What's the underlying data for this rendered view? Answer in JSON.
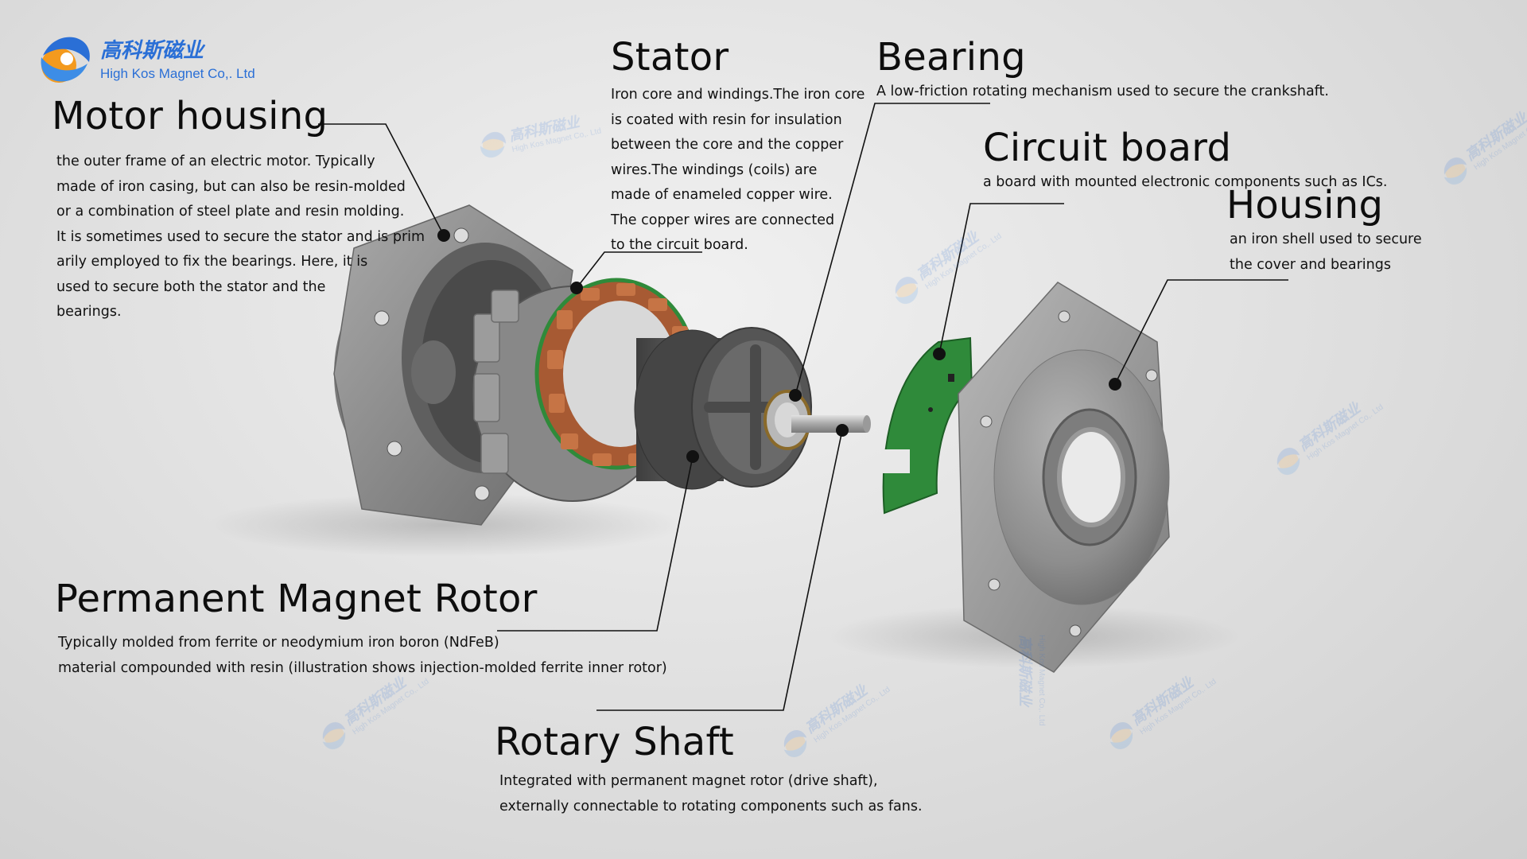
{
  "logo": {
    "chinese_name": "高科斯磁业",
    "english_name": "High Kos Magnet Co,. Ltd"
  },
  "watermark": {
    "chinese_name": "高科斯磁业",
    "english_name": "High Kos Magnet Co,. Ltd"
  },
  "parts": {
    "motor_housing": {
      "title": "Motor housing",
      "lines": [
        "the outer frame of an electric motor. Typically",
        "made of iron casing, but can also be resin-molded",
        "or a combination of steel plate and resin molding.",
        "It is sometimes used to secure the stator and is prim",
        "arily employed to fix the bearings. Here, it is",
        "used to secure both the stator and the",
        "bearings."
      ]
    },
    "stator": {
      "title": "Stator",
      "lines": [
        "Iron core and windings.The iron core",
        " is coated with resin for insulation",
        "between the core and the copper",
        "wires.The windings (coils) are",
        "made of enameled copper wire.",
        "The copper wires are connected",
        "to the circuit board."
      ]
    },
    "bearing": {
      "title": "Bearing",
      "lines": [
        "A low-friction rotating mechanism used to secure the crankshaft."
      ]
    },
    "circuit_board": {
      "title": "Circuit board",
      "lines": [
        " a board with mounted electronic components such as ICs."
      ]
    },
    "housing": {
      "title": "Housing",
      "lines": [
        "an iron shell used to secure",
        "the cover and bearings"
      ]
    },
    "rotor": {
      "title": "Permanent Magnet Rotor",
      "lines": [
        "Typically molded from ferrite or neodymium iron boron (NdFeB)",
        "material compounded with resin (illustration shows injection-molded ferrite inner rotor)"
      ]
    },
    "shaft": {
      "title": "Rotary Shaft",
      "lines": [
        "Integrated with permanent magnet rotor (drive shaft),",
        "externally connectable to rotating components such as fans."
      ]
    }
  },
  "colors": {
    "logo_blue": "#2a6fd6",
    "logo_orange": "#f39a1e",
    "pcb_green": "#2f8a3a",
    "copper": "#b9643a",
    "metal": "#8e8e8e"
  }
}
